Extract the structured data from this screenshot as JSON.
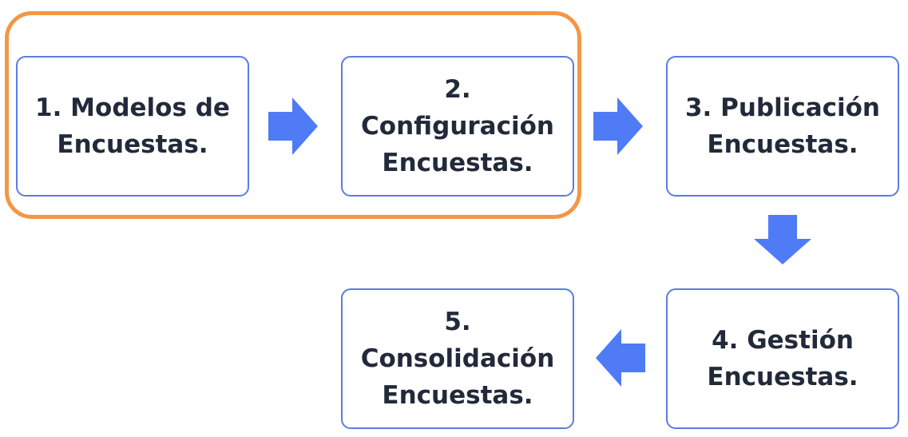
{
  "colors": {
    "highlight": "#F49646",
    "box_border": "#5B7CE0",
    "arrow": "#4F7BF7",
    "text": "#222A3A"
  },
  "steps": [
    {
      "lines": [
        "1. Modelos de",
        "Encuestas."
      ]
    },
    {
      "lines": [
        "2.",
        "Configuración",
        "Encuestas."
      ]
    },
    {
      "lines": [
        "3. Publicación",
        "Encuestas."
      ]
    },
    {
      "lines": [
        "4. Gestión",
        "Encuestas."
      ]
    },
    {
      "lines": [
        "5.",
        "Consolidación",
        "Encuestas."
      ]
    }
  ],
  "arrows": [
    {
      "icon": "arrow-right-icon",
      "from": "1",
      "to": "2"
    },
    {
      "icon": "arrow-right-icon",
      "from": "2",
      "to": "3"
    },
    {
      "icon": "arrow-down-icon",
      "from": "3",
      "to": "4"
    },
    {
      "icon": "arrow-left-icon",
      "from": "4",
      "to": "5"
    }
  ]
}
